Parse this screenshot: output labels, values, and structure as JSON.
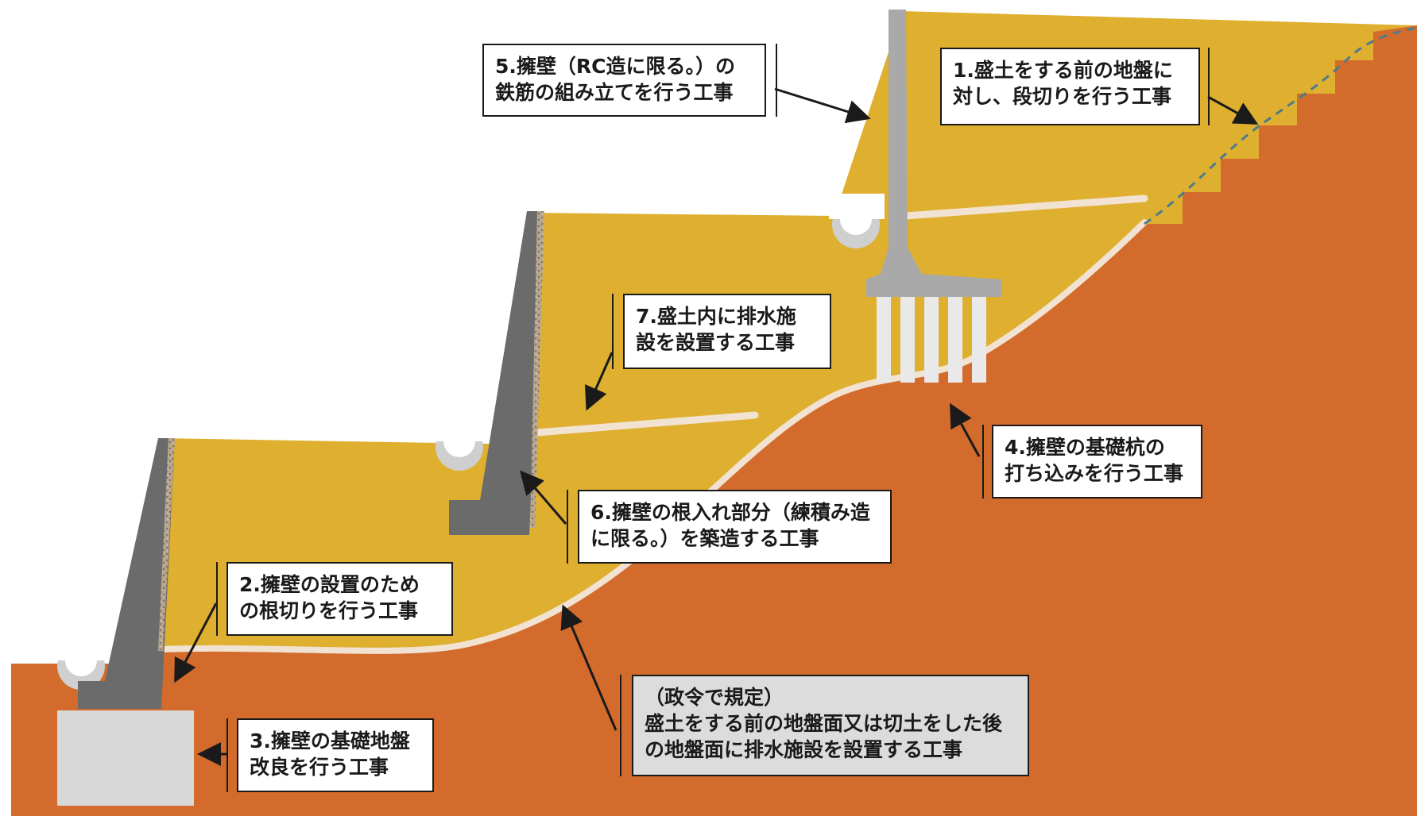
{
  "colors": {
    "fill_soil": "#dfaf2f",
    "ground": "#d36b2c",
    "drain_layer": "#f2e2d2",
    "wall_dark": "#6b6b6b",
    "wall_light": "#a9a9a9",
    "improved_base": "#d8d8d8",
    "gravel": "#a4947f",
    "cut_line": "#4b7c8c",
    "callout_border": "#1a1a1a",
    "callout_grey": "#dcdcdc"
  },
  "callouts": {
    "c1": {
      "line1": "1.盛土をする前の地盤に",
      "line2": "対し、段切りを行う工事"
    },
    "c2": {
      "line1": "2.擁壁の設置のため",
      "line2": "の根切りを行う工事"
    },
    "c3": {
      "line1": "3.擁壁の基礎地盤",
      "line2": "改良を行う工事"
    },
    "c4": {
      "line1": "4.擁壁の基礎杭の",
      "line2": "打ち込みを行う工事"
    },
    "c5": {
      "line1": "5.擁壁（RC造に限る。）の",
      "line2": "鉄筋の組み立てを行う工事"
    },
    "c6": {
      "line1": "6.擁壁の根入れ部分（練積み造",
      "line2": "に限る。）を築造する工事"
    },
    "c7": {
      "line1": "7.盛土内に排水施",
      "line2": "設を設置する工事"
    },
    "c8": {
      "line1": "（政令で規定）",
      "line2": "盛土をする前の地盤面又は切土をした後",
      "line3": "の地盤面に排水施設を設置する工事"
    }
  }
}
